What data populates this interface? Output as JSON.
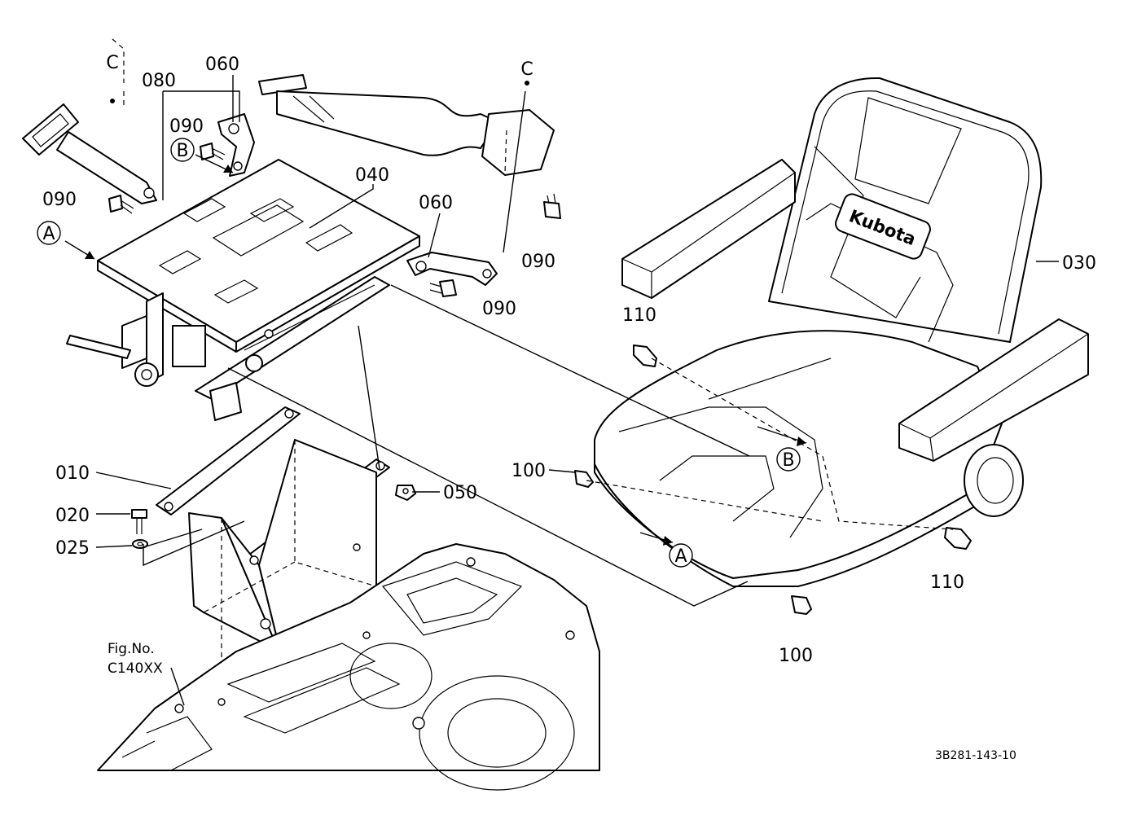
{
  "callouts": {
    "c010": "010",
    "c020": "020",
    "c025": "025",
    "c030": "030",
    "c040": "040",
    "c050": "050",
    "c060a": "060",
    "c060b": "060",
    "c080": "080",
    "c090a": "090",
    "c090b": "090",
    "c090c": "090",
    "c090d": "090",
    "c100a": "100",
    "c100b": "100",
    "c110a": "110",
    "c110b": "110"
  },
  "refs": {
    "a1": "A",
    "a2": "A",
    "b1": "B",
    "b2": "B",
    "c1": "C",
    "c2": "C"
  },
  "brand": "Kubota",
  "figure_ref": {
    "line1": "Fig.No.",
    "line2": "C140XX"
  },
  "drawing_number": "3B281-143-10"
}
